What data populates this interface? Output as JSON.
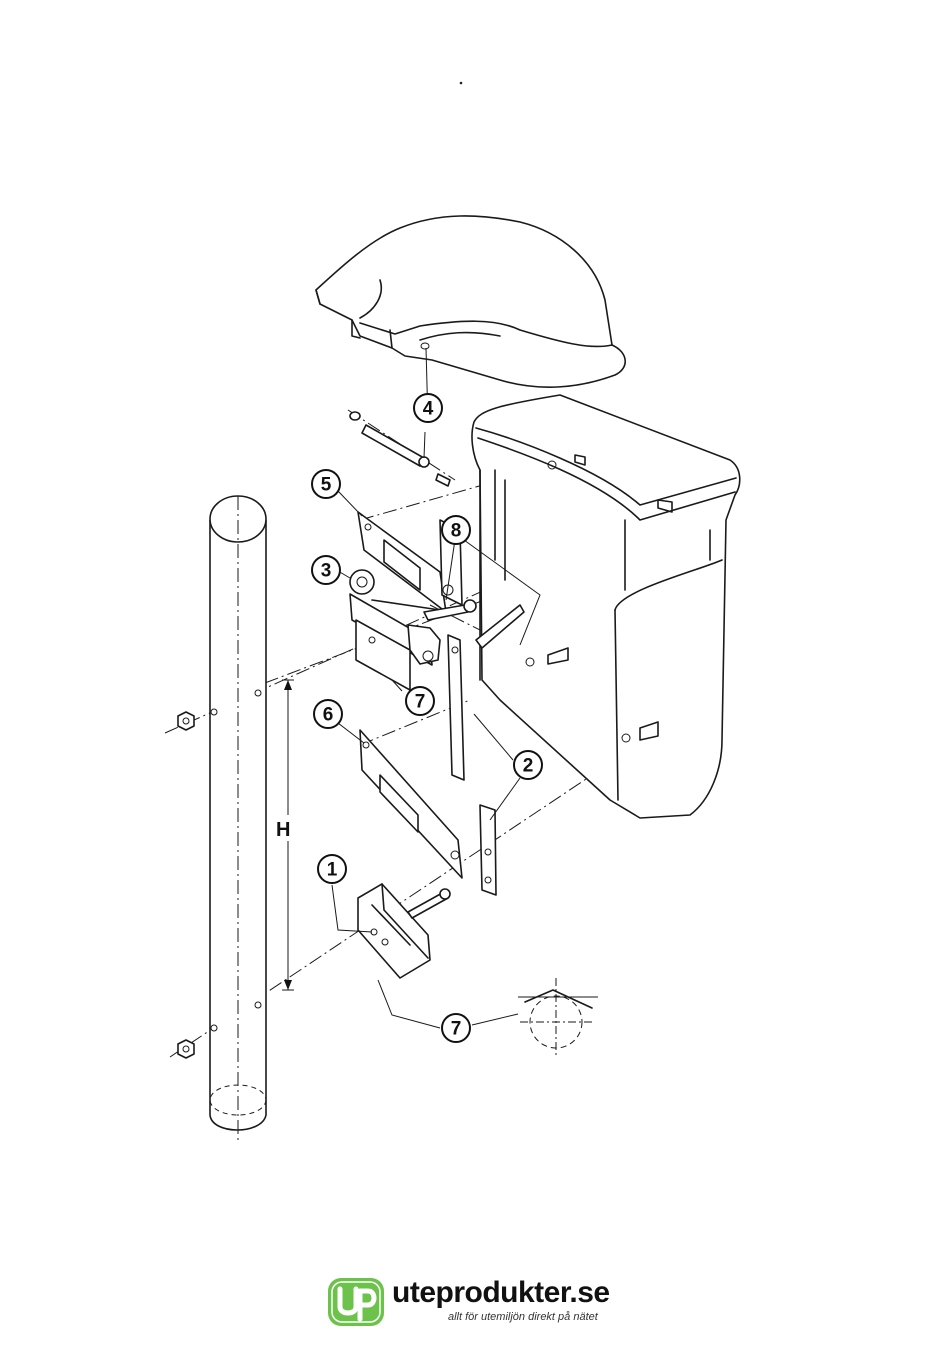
{
  "callouts": [
    {
      "id": "c1",
      "label": "1"
    },
    {
      "id": "c2",
      "label": "2"
    },
    {
      "id": "c3",
      "label": "3"
    },
    {
      "id": "c4",
      "label": "4"
    },
    {
      "id": "c5",
      "label": "5"
    },
    {
      "id": "c6",
      "label": "6"
    },
    {
      "id": "c7a",
      "label": "7"
    },
    {
      "id": "c7b",
      "label": "7"
    },
    {
      "id": "c8",
      "label": "8"
    }
  ],
  "dimension_label": "H",
  "logo": {
    "mark": "UP",
    "name": "uteprodukter.se",
    "tagline": "allt för utemiljön direkt på nätet",
    "accent_color": "#6cc24a"
  }
}
